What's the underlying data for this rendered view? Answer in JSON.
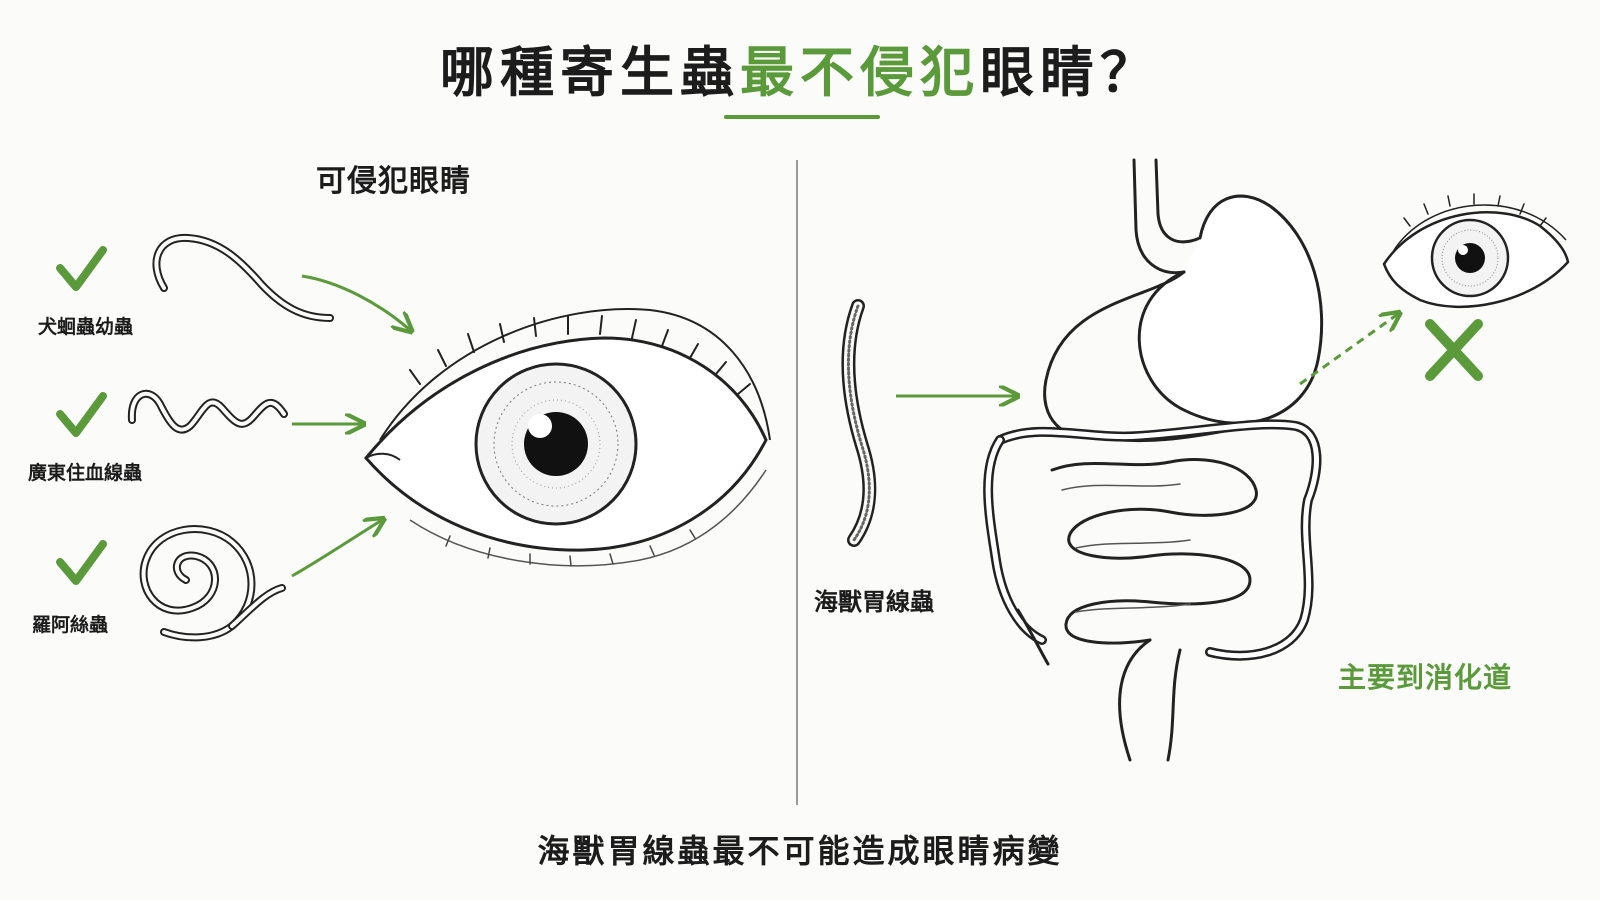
{
  "header": {
    "title_before": "哪種寄生蟲",
    "title_highlight": "最不侵犯",
    "title_after": "眼睛？"
  },
  "left_panel": {
    "section_label": "可侵犯眼睛",
    "parasites": [
      {
        "name": "犬蛔蟲幼蟲",
        "icon": "checkmark-icon"
      },
      {
        "name": "廣東住血線蟲",
        "icon": "checkmark-icon"
      },
      {
        "name": "羅阿絲蟲",
        "icon": "checkmark-icon"
      }
    ]
  },
  "right_panel": {
    "worm_label": "海獸胃線蟲",
    "route_label": "主要到消化道",
    "eye_status_icon": "cross-icon"
  },
  "conclusion": "海獸胃線蟲最不可能造成眼睛病變",
  "colors": {
    "accent": "#5a9a3a",
    "ink": "#1c1c1c"
  }
}
